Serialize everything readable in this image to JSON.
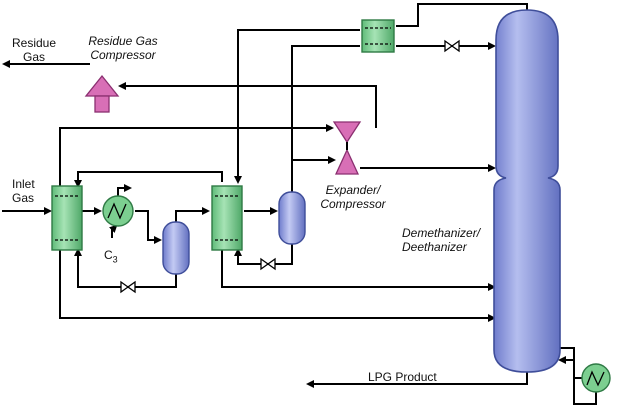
{
  "labels": {
    "residue_gas": [
      "Residue",
      "Gas"
    ],
    "residue_gas_compressor": [
      "Residue Gas",
      "Compressor"
    ],
    "inlet_gas": [
      "Inlet",
      "Gas"
    ],
    "c3": "C",
    "c3_sub": "3",
    "expander_compressor": [
      "Expander/",
      "Compressor"
    ],
    "column": [
      "Demethanizer/",
      "Deethanizer"
    ],
    "lpg_product": "LPG Product"
  },
  "colors": {
    "exchanger": "#7ccf90",
    "exchanger_edge": "#2f7a45",
    "vessel": "#8e9ae0",
    "vessel_edge": "#3f4e9a",
    "machine": "#d86fb6",
    "machine_edge": "#8a2f70",
    "cooler": "#7ccf90",
    "line": "#000000"
  }
}
